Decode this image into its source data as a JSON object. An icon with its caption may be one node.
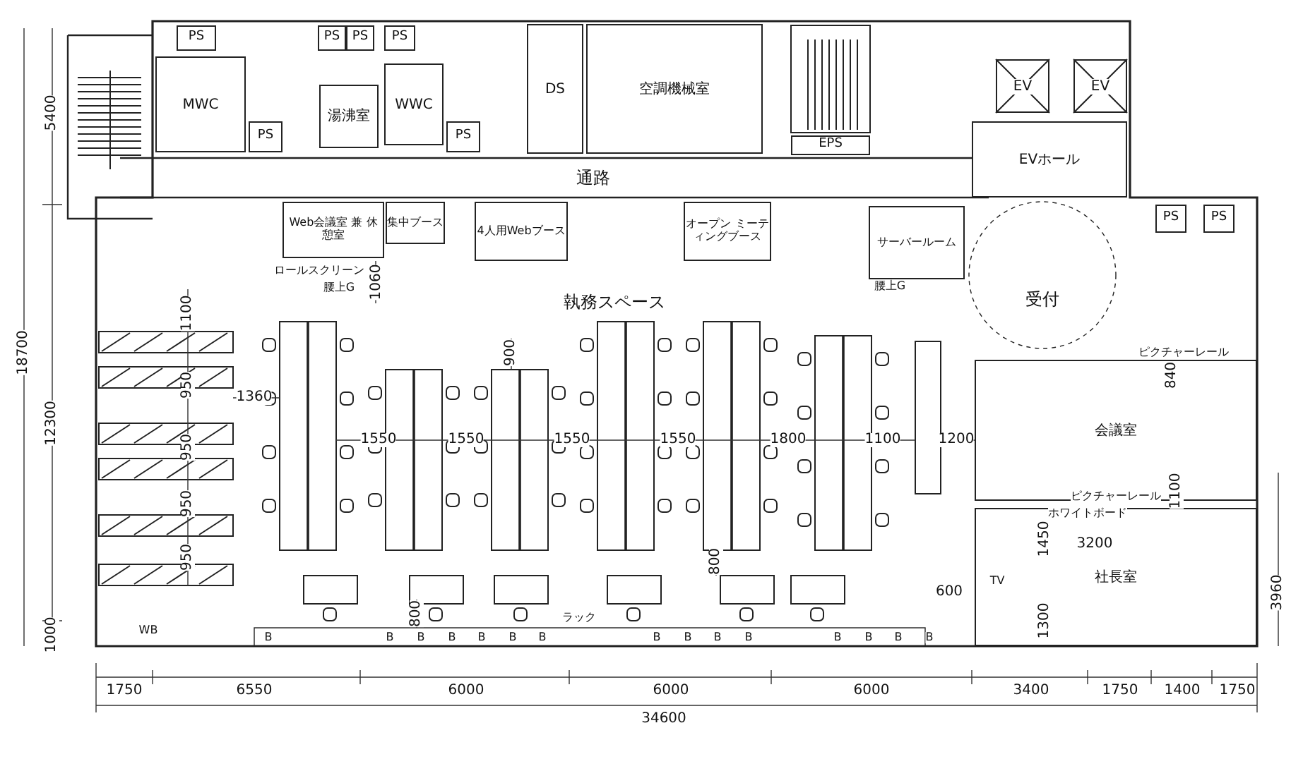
{
  "diagram": {
    "nodes": [
      {
        "text": [
          "PS"
        ]
      },
      {
        "text": [
          "PS"
        ]
      },
      {
        "text": [
          "PS"
        ]
      },
      {
        "text": [
          "PS"
        ]
      },
      {
        "text": [
          "MWC"
        ]
      },
      {
        "text": [
          "湯沸室"
        ]
      },
      {
        "text": [
          "WWC"
        ]
      },
      {
        "text": [
          "PS"
        ]
      },
      {
        "text": [
          "PS"
        ]
      },
      {
        "text": [
          "DS"
        ]
      },
      {
        "text": [
          "空調機械室"
        ]
      },
      {
        "text": [
          "EPS"
        ]
      },
      {
        "text": [
          "EV"
        ]
      },
      {
        "text": [
          "EV"
        ]
      },
      {
        "text": [
          "EVホール"
        ]
      },
      {
        "text": [
          "PS"
        ]
      },
      {
        "text": [
          "PS"
        ]
      },
      {
        "text": [
          "Web会議室 兼 休憩室"
        ]
      },
      {
        "text": [
          "集中ブース"
        ]
      },
      {
        "text": [
          "4人用Webブース"
        ]
      },
      {
        "text": [
          "オープン ミーティングブース"
        ]
      },
      {
        "text": [
          "サーバールーム"
        ]
      },
      {
        "text": [
          "会議室"
        ]
      },
      {
        "text": [
          "社長室"
        ]
      }
    ],
    "edges": [],
    "labels": [
      "5400",
      "通路",
      "ロールスクリーン",
      "腰上G",
      "1060",
      "執務スペース",
      "腰上G",
      "受付",
      "18700",
      "1100",
      "900",
      "ピクチャーレール",
      "950",
      "1360",
      "840",
      "12300",
      "950",
      "1550",
      "1550",
      "1550",
      "1550",
      "1800",
      "1100",
      "1200",
      "950",
      "ピクチャーレール",
      "1100",
      "ホワイトボード",
      "950",
      "800",
      "1450",
      "3200",
      "600",
      "TV",
      "1000",
      "WB",
      "800",
      "ラック",
      "1300",
      "3960",
      "B",
      "B",
      "B",
      "B",
      "B",
      "B",
      "B",
      "B",
      "B",
      "B",
      "B",
      "B",
      "B",
      "B",
      "B",
      "1750",
      "6550",
      "6000",
      "6000",
      "6000",
      "3400",
      "1750",
      "1400",
      "1750",
      "34600"
    ]
  }
}
